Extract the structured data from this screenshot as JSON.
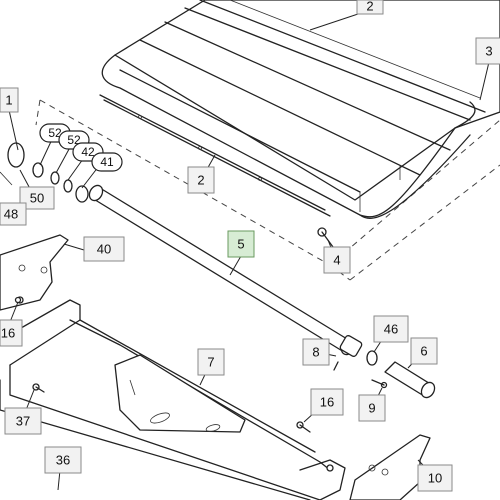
{
  "callouts": {
    "c1_top_left": "1",
    "c2_top": "2",
    "c2_mid": "2",
    "c3_right": "3",
    "c4": "4",
    "c5": "5",
    "c6": "6",
    "c7": "7",
    "c8": "8",
    "c9": "9",
    "c10": "10",
    "c16_left": "16",
    "c16_bottom": "16",
    "c36": "36",
    "c37": "37",
    "c40": "40",
    "c41": "41",
    "c42": "42",
    "c46": "46",
    "c48": "48",
    "c50": "50",
    "c52_a": "52",
    "c52_b": "52"
  },
  "colors": {
    "label_fill": "#f2f2f2",
    "highlight_fill": "#d7ecd4",
    "line": "#222222"
  }
}
